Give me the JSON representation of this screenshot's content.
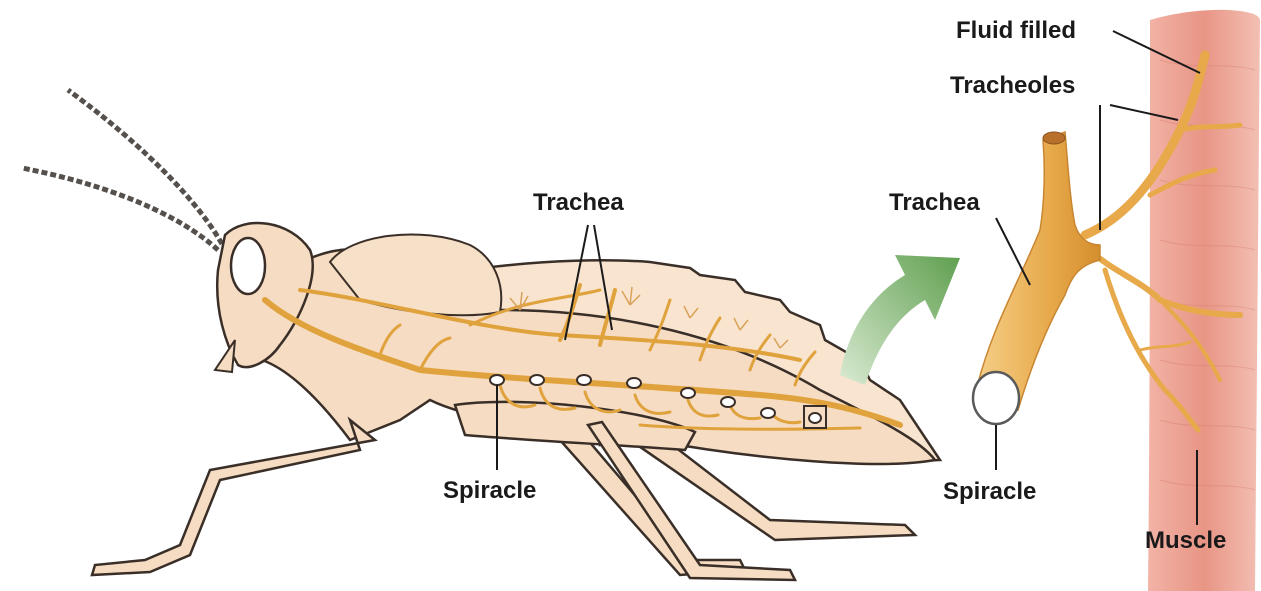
{
  "labels": {
    "trachea_insect": "Trachea",
    "spiracle_insect": "Spiracle",
    "fluid_filled": "Fluid filled",
    "tracheoles": "Tracheoles",
    "trachea_detail": "Trachea",
    "spiracle_detail": "Spiracle",
    "muscle": "Muscle"
  },
  "colors": {
    "body_fill": "#f6dcc2",
    "body_outline": "#3a2f28",
    "trachea": "#e0a23c",
    "trachea_light": "#f3c977",
    "muscle": "#e39a8c",
    "arrow": "#6aa85a"
  }
}
